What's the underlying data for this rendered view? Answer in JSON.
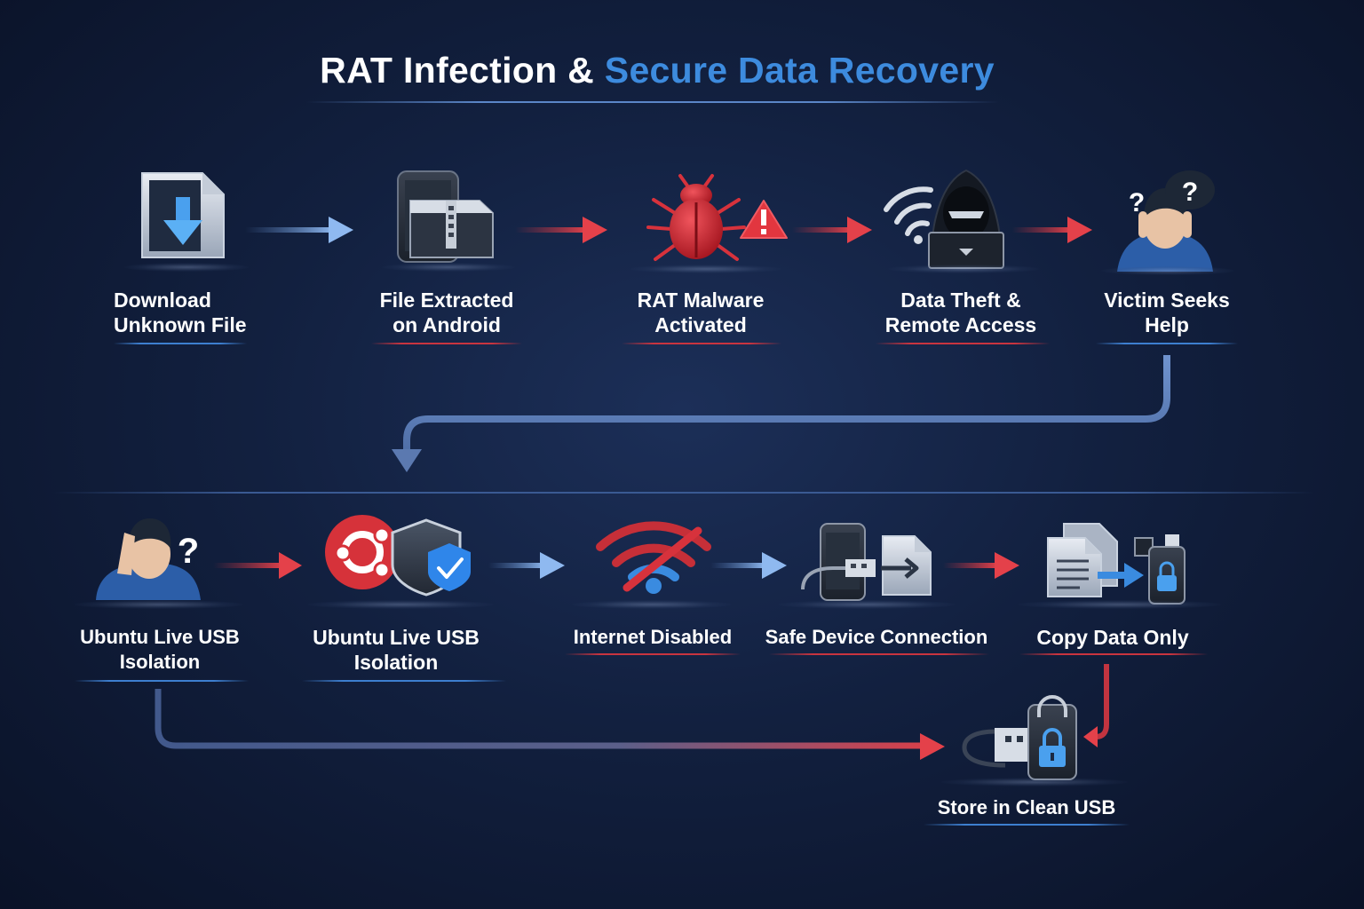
{
  "title": {
    "main": "RAT Infection &",
    "accent": "Secure Data Recovery"
  },
  "steps": [
    {
      "label": [
        "Download",
        "Unknown File"
      ],
      "icon": "download-file-icon"
    },
    {
      "label": [
        "File Extracted",
        "on Android"
      ],
      "icon": "zip-archive-icon"
    },
    {
      "label": [
        "RAT Malware",
        "Activated"
      ],
      "icon": "malware-bug-warning-icon"
    },
    {
      "label": [
        "Data Theft &",
        "Remote Access"
      ],
      "icon": "hacker-laptop-wifi-icon"
    },
    {
      "label": [
        "Victim Seeks",
        "Help"
      ],
      "icon": "confused-person-icon"
    },
    {
      "label": [
        "Ubuntu Live USB",
        "Isolation"
      ],
      "icon": "confused-person-question-icon"
    },
    {
      "label": [
        "Ubuntu Live USB",
        "Isolation"
      ],
      "icon": "ubuntu-shield-icon"
    },
    {
      "label": [
        "Internet Disabled"
      ],
      "icon": "wifi-disabled-icon"
    },
    {
      "label": [
        "Safe Device Connection"
      ],
      "icon": "phone-usb-connection-icon"
    },
    {
      "label": [
        "Copy Data Only"
      ],
      "icon": "copy-to-usb-icon"
    },
    {
      "label": [
        "Store in Clean USB"
      ],
      "icon": "locked-usb-drive-icon"
    }
  ],
  "colors": {
    "accent_blue": "#3d8bde",
    "alert_red": "#d7323c",
    "background": "#12203f"
  }
}
